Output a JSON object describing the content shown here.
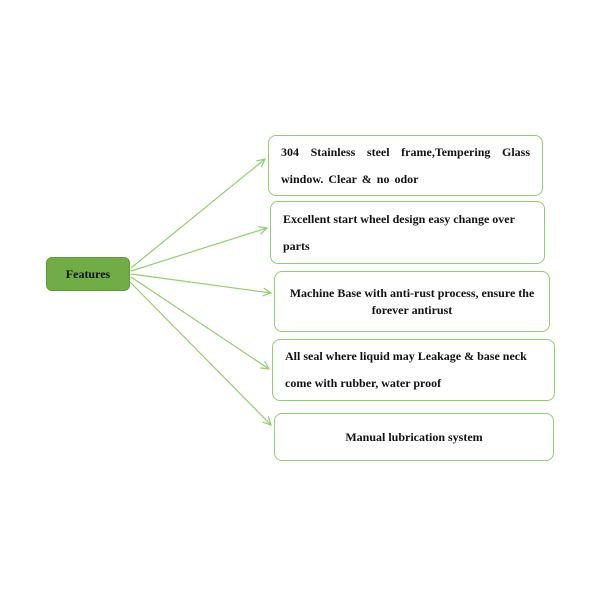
{
  "diagram": {
    "center_label": "Features",
    "features": [
      "304 Stainless steel frame,Tempering Glass window. Clear & no odor",
      "Excellent start wheel design easy change over parts",
      "Machine Base with anti-rust process, ensure the forever antirust",
      "All seal where liquid may Leakage & base neck come with rubber, water proof",
      "Manual lubrication system"
    ],
    "colors": {
      "center_fill": "#70ad47",
      "box_border": "#8fcf6c",
      "arrow": "#8fcf6c"
    }
  }
}
